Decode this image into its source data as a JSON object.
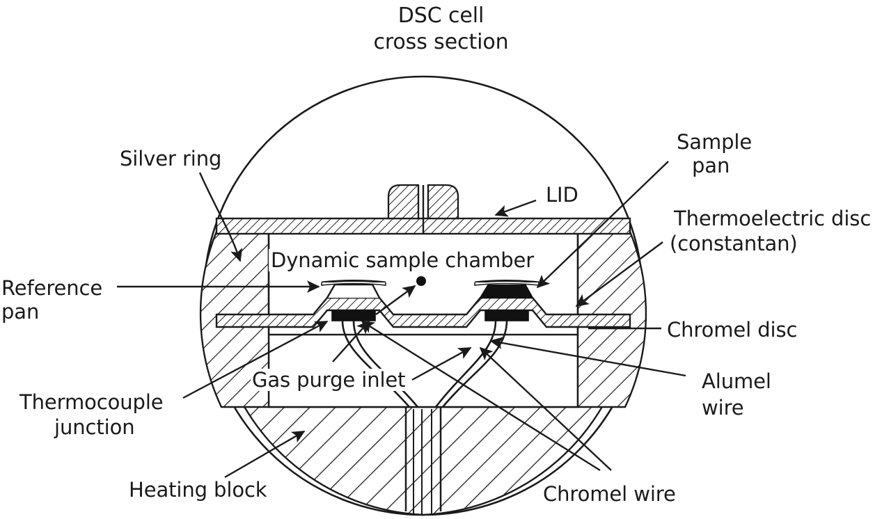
{
  "figure": {
    "title_line1": "DSC cell",
    "title_line2": "cross section",
    "type": "technical-cross-section-diagram",
    "subject": "Differential Scanning Calorimetry (DSC) cell",
    "colors": {
      "stroke": "#1a1a1a",
      "background": "#ffffff",
      "hatch": "#2a2a2a",
      "fill_solid": "#111111",
      "fill_light": "#f2f2f2"
    }
  },
  "labels": {
    "silver_ring": "Silver ring",
    "reference_pan_line1": "Reference",
    "reference_pan_line2": "pan",
    "thermocouple_junction_line1": "Thermocouple",
    "thermocouple_junction_line2": "junction",
    "heating_block": "Heating block",
    "gas_purge_inlet": "Gas purge inlet",
    "dynamic_sample_chamber": "Dynamic sample chamber",
    "lid": "LID",
    "sample_pan_line1": "Sample",
    "sample_pan_line2": "pan",
    "thermoelectric_disc_line1": "Thermoelectric disc",
    "thermoelectric_disc_line2": "(constantan)",
    "chromel_disc": "Chromel disc",
    "alumel_wire_line1": "Alumel",
    "alumel_wire_line2": "wire",
    "chromel_wire": "Chromel wire"
  },
  "parts": [
    {
      "id": "silver-ring",
      "name": "Silver ring",
      "side": "left"
    },
    {
      "id": "reference-pan",
      "name": "Reference pan",
      "side": "left"
    },
    {
      "id": "thermocouple-junction",
      "name": "Thermocouple junction",
      "side": "left"
    },
    {
      "id": "heating-block",
      "name": "Heating block",
      "side": "bottom-left"
    },
    {
      "id": "gas-purge-inlet",
      "name": "Gas purge inlet",
      "side": "center"
    },
    {
      "id": "dynamic-sample-chamber",
      "name": "Dynamic sample chamber",
      "side": "center"
    },
    {
      "id": "lid",
      "name": "LID",
      "side": "center-right"
    },
    {
      "id": "sample-pan",
      "name": "Sample pan",
      "side": "right"
    },
    {
      "id": "thermoelectric-disc",
      "name": "Thermoelectric disc (constantan)",
      "side": "right"
    },
    {
      "id": "chromel-disc",
      "name": "Chromel disc",
      "side": "right"
    },
    {
      "id": "alumel-wire",
      "name": "Alumel wire",
      "side": "right"
    },
    {
      "id": "chromel-wire",
      "name": "Chromel wire",
      "side": "bottom-right"
    }
  ]
}
